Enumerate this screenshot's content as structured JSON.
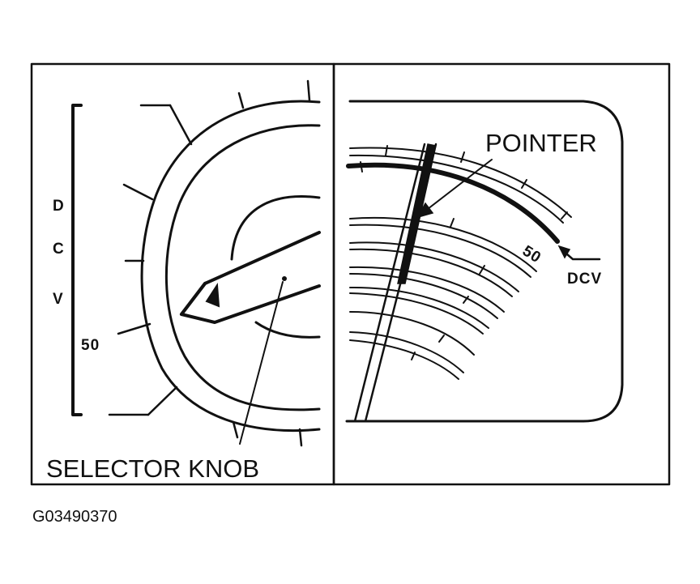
{
  "figure_id": "G03490370",
  "left_panel": {
    "range_letters": [
      "D",
      "C",
      "V"
    ],
    "range_value": "50",
    "callout": "SELECTOR KNOB"
  },
  "right_panel": {
    "callout": "POINTER",
    "scale_value": "50",
    "scale_unit": "DCV"
  },
  "colors": {
    "ink": "#111111",
    "background": "#ffffff"
  }
}
